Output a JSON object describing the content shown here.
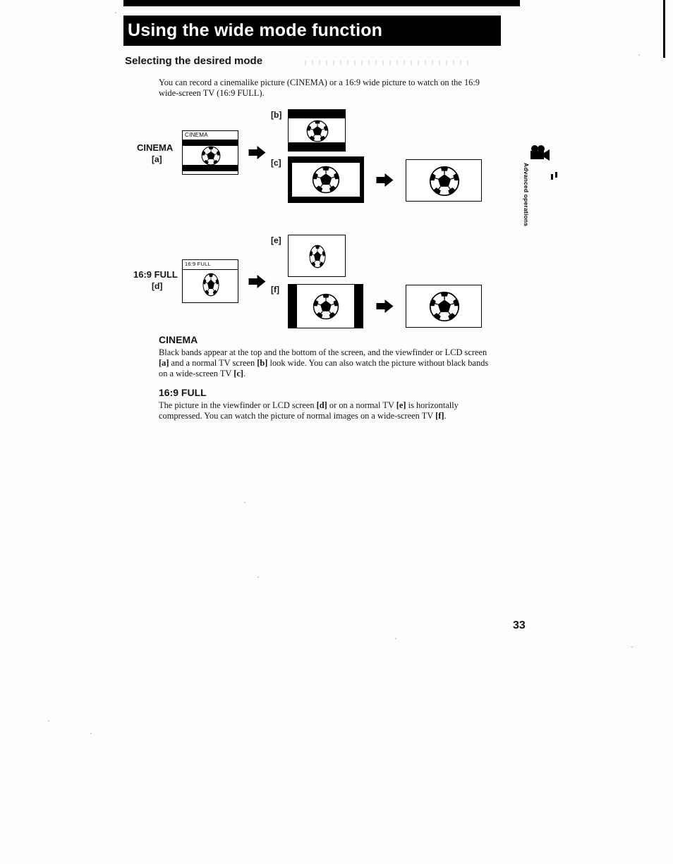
{
  "page": {
    "title": "Using the wide mode function",
    "page_number": "33",
    "side_tab": "Advanced operations"
  },
  "intro": {
    "heading": "Selecting the desired mode",
    "body": "You can record a cinemalike picture (CINEMA) or a 16:9 wide picture to watch on the 16:9 wide-screen TV (16:9 FULL)."
  },
  "diagram": {
    "cinema": {
      "mode": "CINEMA",
      "ref": "[a]",
      "screen_text": "CINEMA",
      "label_b": "[b]",
      "label_c": "[c]"
    },
    "full": {
      "mode": "16:9 FULL",
      "ref": "[d]",
      "screen_text": "16:9 FULL",
      "label_e": "[e]",
      "label_f": "[f]"
    }
  },
  "icons": {
    "camcorder": "camcorder-icon",
    "small_mark": "cassette-mark-icon",
    "ball": "soccer-ball-icon",
    "arrow": "arrow-right-icon"
  },
  "sections": [
    {
      "heading": "CINEMA",
      "body": [
        {
          "t": "Black bands appear at the top and the bottom of the screen, and the viewfinder or LCD screen ",
          "b": false
        },
        {
          "t": "[a]",
          "b": true
        },
        {
          "t": " and a normal TV screen ",
          "b": false
        },
        {
          "t": "[b]",
          "b": true
        },
        {
          "t": " look wide.  You can also watch the picture without black bands on a wide-screen TV ",
          "b": false
        },
        {
          "t": "[c]",
          "b": true
        },
        {
          "t": ".",
          "b": false
        }
      ]
    },
    {
      "heading": "16:9 FULL",
      "body": [
        {
          "t": "The picture in the viewfinder or LCD screen ",
          "b": false
        },
        {
          "t": "[d]",
          "b": true
        },
        {
          "t": " or on a normal TV ",
          "b": false
        },
        {
          "t": "[e]",
          "b": true
        },
        {
          "t": " is horizontally compressed.  You can watch the picture of normal images on a wide-screen TV ",
          "b": false
        },
        {
          "t": "[f]",
          "b": true
        },
        {
          "t": ".",
          "b": false
        }
      ]
    }
  ]
}
